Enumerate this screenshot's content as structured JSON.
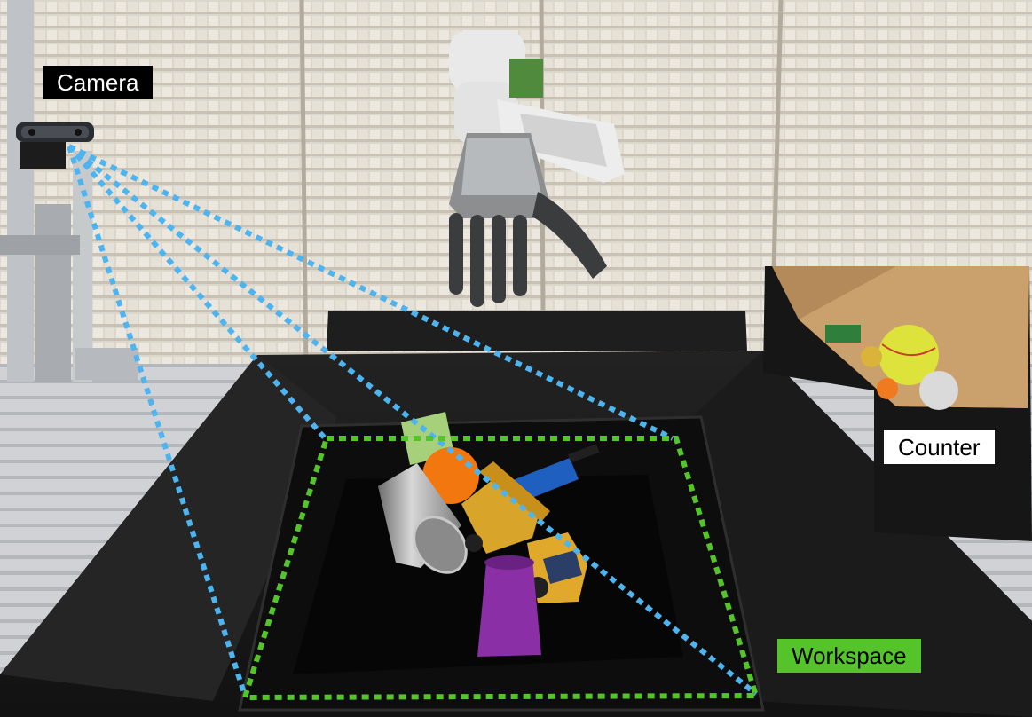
{
  "labels": {
    "camera": "Camera",
    "counter": "Counter",
    "workspace": "Workspace"
  },
  "colors": {
    "camera_fov": "#4db4f0",
    "workspace_outline": "#55c42b",
    "table": "#141414",
    "mat": "#0a0a0a",
    "wall": "#dcd6cb"
  },
  "objects": [
    "robot-hand",
    "camera",
    "steel-cup",
    "orange",
    "green-cube",
    "toy-crane-truck",
    "purple-cup",
    "blue-pump",
    "counter-box",
    "tennis-ball"
  ]
}
